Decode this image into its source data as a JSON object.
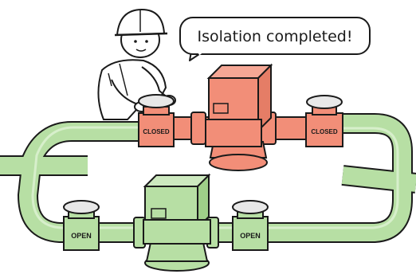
{
  "speech_bubble": {
    "text": "Isolation completed!"
  },
  "valves": {
    "top_left": {
      "state": "CLOSED"
    },
    "top_right": {
      "state": "CLOSED"
    },
    "bottom_left": {
      "state": "OPEN"
    },
    "bottom_right": {
      "state": "OPEN"
    }
  },
  "colors": {
    "isolated_equipment": "#f28e78",
    "active_equipment": "#b7dfa4",
    "outline": "#1a1a1a"
  }
}
